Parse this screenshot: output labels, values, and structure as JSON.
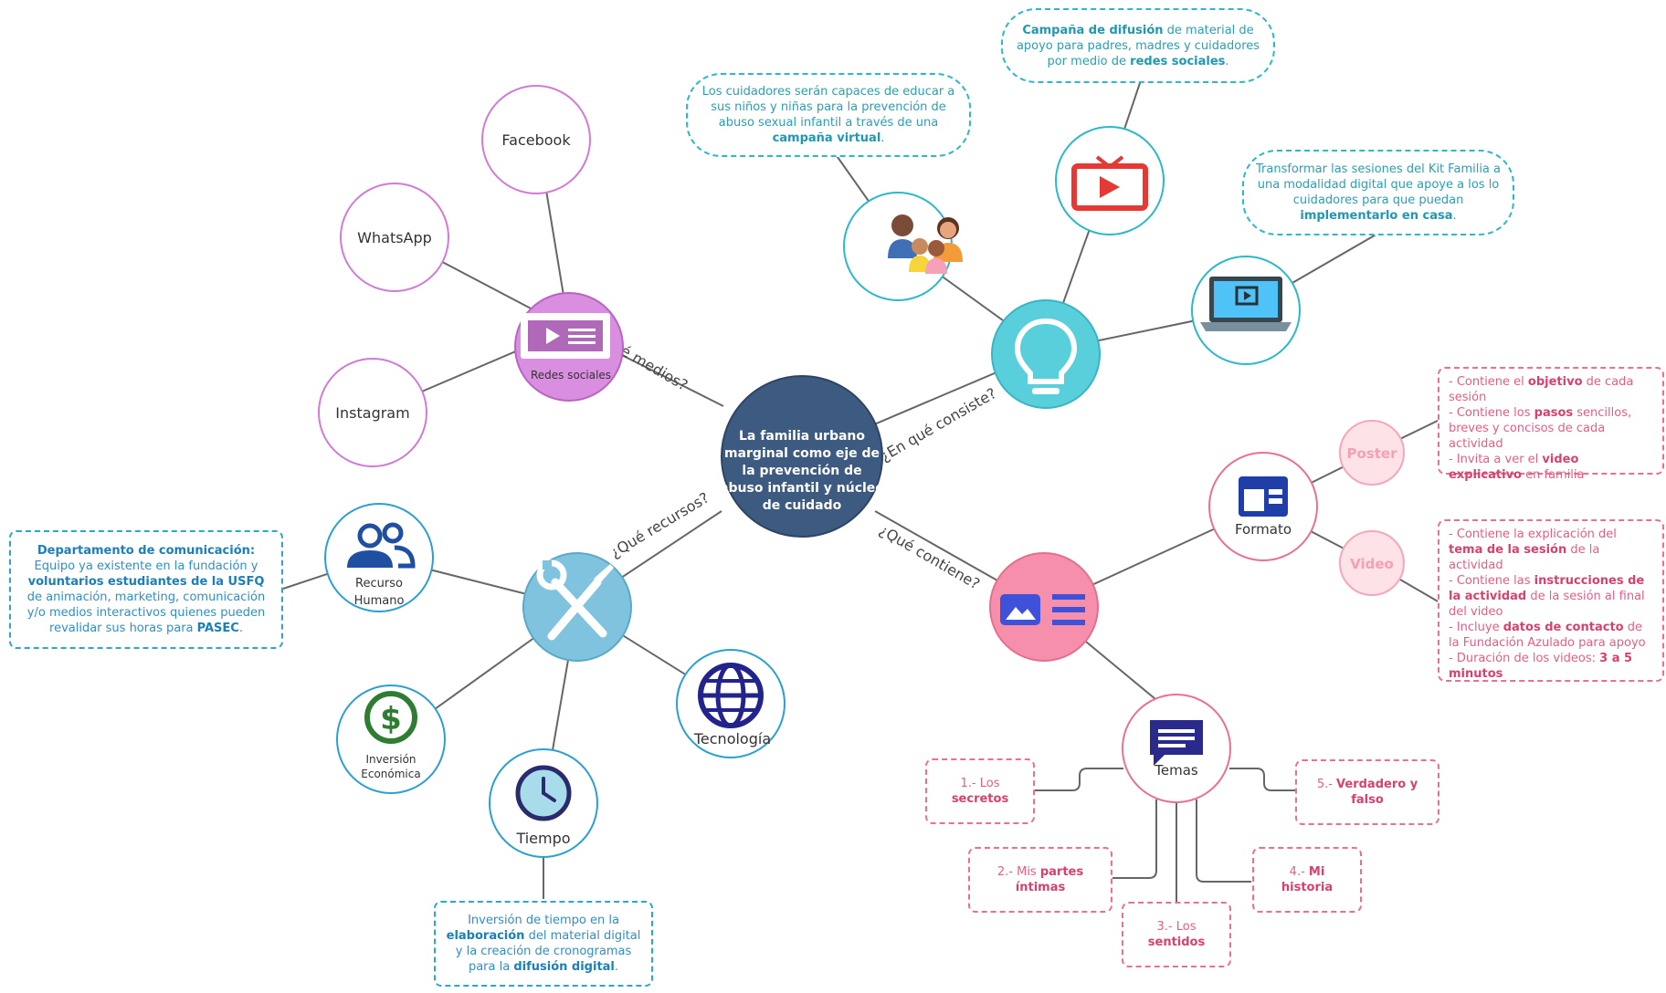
{
  "center": {
    "lines": [
      "La familia urbano",
      "marginal como eje de",
      "la prevención de",
      "abuso infantil y núcleo",
      "de cuidado"
    ]
  },
  "branches": {
    "medios": "¿Qué medios?",
    "consiste": "¿En qué consiste?",
    "recursos": "¿Qué recursos?",
    "contiene": "¿Qué contiene?"
  },
  "medios": {
    "hub_label": "Redes sociales",
    "facebook": "Facebook",
    "whatsapp": "WhatsApp",
    "instagram": "Instagram"
  },
  "consiste": {
    "note_family": {
      "a": "Los cuidadores serán capaces de educar a sus niños y niñas para la prevención de abuso sexual infantil a través de una ",
      "b": "campaña virtual",
      "c": "."
    },
    "note_tv": {
      "a": "Campaña de difusión",
      "b": " de material de apoyo para padres, madres y cuidadores por medio de ",
      "c": "redes sociales",
      "d": "."
    },
    "note_laptop": {
      "a": "Transformar las sesiones del Kit Familia a una modalidad digital que apoye a los lo cuidadores para que puedan ",
      "b": "implementarlo en casa",
      "c": "."
    }
  },
  "recursos": {
    "humano": {
      "l1": "Recurso",
      "l2": "Humano"
    },
    "inversion": {
      "l1": "Inversión",
      "l2": "Económica"
    },
    "tiempo": "Tiempo",
    "tecnologia": "Tecnología",
    "note_humano": {
      "a": "Departamento de comunicación:",
      "b": " Equipo ya existente en la fundación y ",
      "c": "voluntarios estudiantes de la USFQ",
      "d": " de animación, marketing, comunicación y/o medios interactivos quienes pueden revalidar sus horas para ",
      "e": "PASEC",
      "f": "."
    },
    "note_tiempo": {
      "a": "Inversión de tiempo en la ",
      "b": "elaboración",
      "c": " del material digital y la creación de cronogramas para la ",
      "d": "difusión digital",
      "e": "."
    }
  },
  "contiene": {
    "formato": "Formato",
    "poster": "Poster",
    "video": "Video",
    "temas": "Temas",
    "note_poster": {
      "l1a": "- Contiene el ",
      "l1b": "objetivo",
      "l1c": " de cada sesión",
      "l2a": "- Contiene los ",
      "l2b": "pasos",
      "l2c": " sencillos, breves y concisos de cada actividad",
      "l3a": "- Invita a ver el ",
      "l3b": "video explicativo",
      "l3c": " en familia"
    },
    "note_video": {
      "l1a": "- Contiene la explicación del ",
      "l1b": "tema de la sesión",
      "l1c": " de la actividad",
      "l2a": "- Contiene las ",
      "l2b": "instrucciones de la actividad",
      "l2c": " de la sesión al final del video",
      "l3a": "- Incluye ",
      "l3b": "datos de contacto",
      "l3c": " de la Fundación Azulado para apoyo",
      "l4a": "- Duración de los videos: ",
      "l4b": "3 a 5 minutos"
    },
    "temas_list": [
      {
        "n": "1.- Los ",
        "t": "secretos"
      },
      {
        "n": "2.- Mis ",
        "t": "partes íntimas"
      },
      {
        "n": "3.- Los ",
        "t": "sentidos"
      },
      {
        "n": "4.- ",
        "t": "Mi historia"
      },
      {
        "n": "5.- ",
        "t": "Verdadero y falso"
      }
    ]
  },
  "colors": {
    "center": "#3d5a80",
    "medios": "#d98ee0",
    "consiste": "#59cfdc",
    "recursos": "#7fc3de",
    "contiene": "#f58fab"
  }
}
